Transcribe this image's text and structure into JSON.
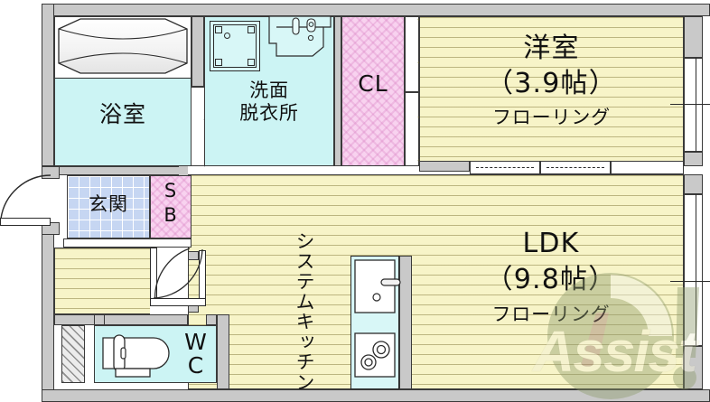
{
  "plan": {
    "type": "japanese-apartment-floorplan",
    "layout_code": "1LDK",
    "watermark": "Assist"
  },
  "rooms": [
    {
      "id": "bathroom",
      "name": "浴室",
      "fill": "#ccf4f4",
      "lines": [
        "浴室"
      ]
    },
    {
      "id": "washroom",
      "name": "洗面脱衣所",
      "fill": "#ccf4f4",
      "lines": [
        "洗面",
        "脱衣所"
      ]
    },
    {
      "id": "closet",
      "name": "CL",
      "fill": "#f8d2ef",
      "lines": [
        "CL"
      ]
    },
    {
      "id": "bedroom",
      "name": "洋室",
      "fill": "#f7f4c8",
      "lines": [
        "洋室",
        "（3.9帖）",
        "フローリング"
      ],
      "title": "洋室",
      "size": "（3.9帖）",
      "flooring": "フローリング"
    },
    {
      "id": "ldk",
      "name": "LDK",
      "fill": "#f7f4c8",
      "lines": [
        "LDK",
        "（9.8帖）",
        "フローリング"
      ],
      "title": "LDK",
      "size": "（9.8帖）",
      "flooring": "フローリング"
    },
    {
      "id": "genkan",
      "name": "玄関",
      "fill": "#c6d6f2",
      "lines": [
        "玄関"
      ]
    },
    {
      "id": "shoebox",
      "name": "SB",
      "fill": "#f8d2ef",
      "line1": "S",
      "line2": "B"
    },
    {
      "id": "toilet",
      "name": "WC",
      "fill": "#ccf4f4",
      "line1": "W",
      "line2": "C"
    },
    {
      "id": "kitchen",
      "name": "システムキッチン",
      "lines": [
        "システムキッチン"
      ]
    }
  ],
  "labels": {
    "bathroom": "浴室",
    "washroom_line1": "洗面",
    "washroom_line2": "脱衣所",
    "closet": "CL",
    "bedroom_title": "洋室",
    "bedroom_size": "（3.9帖）",
    "bedroom_flooring": "フローリング",
    "ldk_title": "LDK",
    "ldk_size": "（9.8帖）",
    "ldk_flooring": "フローリング",
    "genkan": "玄関",
    "sb_line1": "S",
    "sb_line2": "B",
    "wc_line1": "W",
    "wc_line2": "C",
    "kitchen": "システムキッチン"
  },
  "fixtures": {
    "bathtub": "bathtub-icon",
    "washing_machine_pan": "washing-machine-pan-icon",
    "vanity_sink": "vanity-sink-icon",
    "kitchen_sink": "kitchen-sink-icon",
    "kitchen_stove": "stove-two-burner-icon",
    "toilet": "toilet-icon",
    "meter_box": "meter-box-hatch"
  },
  "colors": {
    "wall": "#c9c9c9",
    "wall_outline": "#3a3a3a",
    "wet_area": "#ccf4f4",
    "wood_floor": "#f7f4c8",
    "closet_pink": "#f8d2ef",
    "genkan_blue": "#c6d6f2",
    "watermark": "#8d9a6b"
  },
  "watermark": {
    "text": "Assist"
  }
}
